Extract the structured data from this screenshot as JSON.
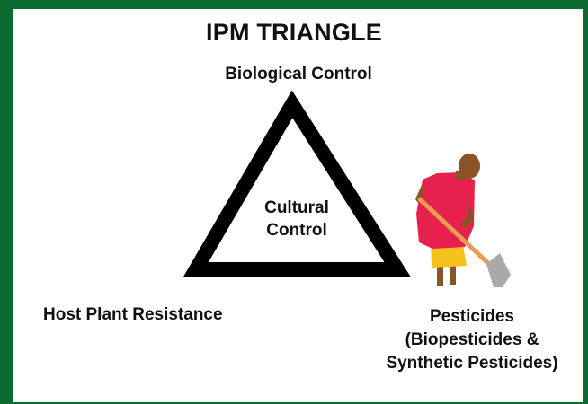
{
  "diagram": {
    "title": "IPM TRIANGLE",
    "top_label": "Biological Control",
    "center_label_line1": "Cultural",
    "center_label_line2": "Control",
    "left_label": "Host Plant Resistance",
    "right_label_line1": "Pesticides",
    "right_label_line2": "(Biopesticides &",
    "right_label_line3": "Synthetic Pesticides)"
  },
  "colors": {
    "frame": "#0D6B31",
    "triangle": "#000000",
    "shirt": "#E8204E",
    "shorts": "#F4C21A",
    "skin": "#8A5427",
    "tool_handle": "#E79D52",
    "tool_blade": "#A9A9A9"
  },
  "icons": {
    "figure": "person-with-hoe-icon"
  }
}
